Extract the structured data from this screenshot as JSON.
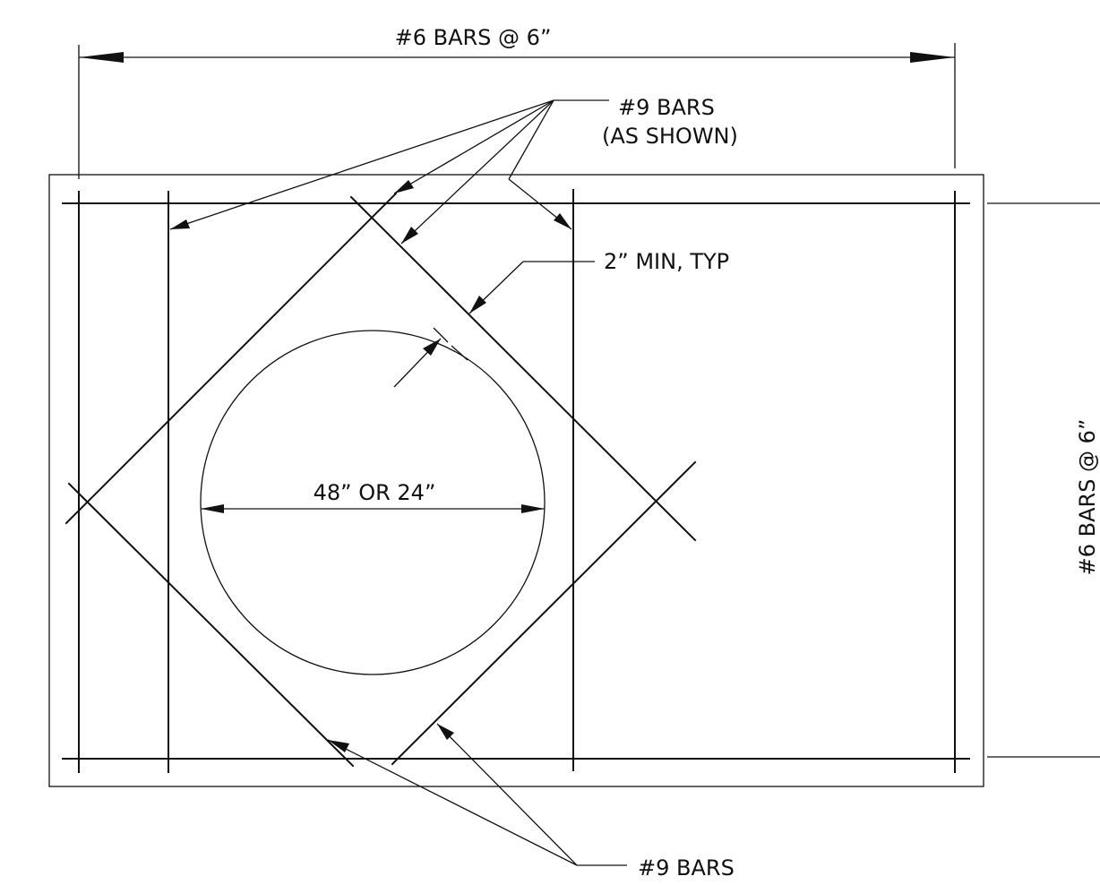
{
  "labels": {
    "top_dimension": "#6 BARS @ 6”",
    "right_dimension": "#6 BARS @ 6”",
    "upper_bars_line1": "#9 BARS",
    "upper_bars_line2": "(AS SHOWN)",
    "clearance": "2” MIN, TYP",
    "opening": "48” OR 24”",
    "lower_bars": "#9 BARS"
  }
}
